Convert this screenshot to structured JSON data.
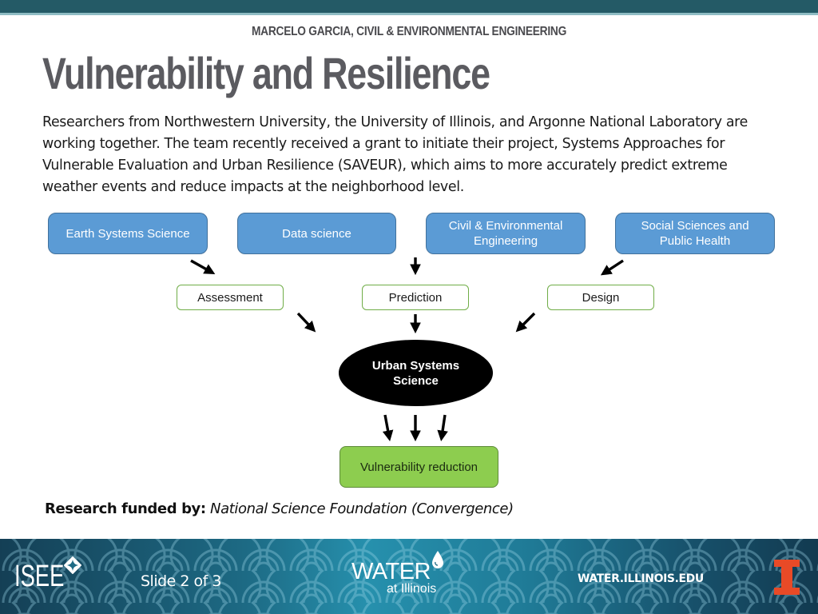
{
  "header": {
    "author_line": "MARCELO GARCIA, CIVIL & ENVIRONMENTAL ENGINEERING",
    "title": "Vulnerability and Resilience"
  },
  "body": {
    "paragraph": "Researchers from Northwestern University, the University of Illinois, and Argonne National Laboratory are working together. The team recently received a grant to initiate their project, Systems Approaches for Vulnerable Evaluation and Urban Resilience (SAVEUR), which aims to more accurately predict extreme weather events and reduce impacts at the neighborhood level."
  },
  "diagram": {
    "disciplines": [
      {
        "label": "Earth Systems Science"
      },
      {
        "label": "Data science"
      },
      {
        "label": "Civil & Environmental Engineering"
      },
      {
        "label": "Social Sciences and Public Health"
      }
    ],
    "activities": [
      {
        "label": "Assessment"
      },
      {
        "label": "Prediction"
      },
      {
        "label": "Design"
      }
    ],
    "center": {
      "label": "Urban Systems Science"
    },
    "outcome": {
      "label": "Vulnerability reduction"
    },
    "colors": {
      "discipline_fill": "#5b9bd5",
      "activity_border": "#70ad47",
      "center_fill": "#000000",
      "outcome_fill": "#8dcd4f"
    }
  },
  "funding": {
    "label": "Research funded by:",
    "value": "National Science Foundation (Convergence)"
  },
  "footer": {
    "isee_logo": "ISEE",
    "slide_counter": "Slide 2 of 3",
    "water_logo_main": "WATER",
    "water_logo_sub": "at Illinois",
    "url": "WATER.ILLINOIS.EDU",
    "colors": {
      "band": "#1d6a84",
      "illinois_orange": "#e84a27"
    }
  }
}
